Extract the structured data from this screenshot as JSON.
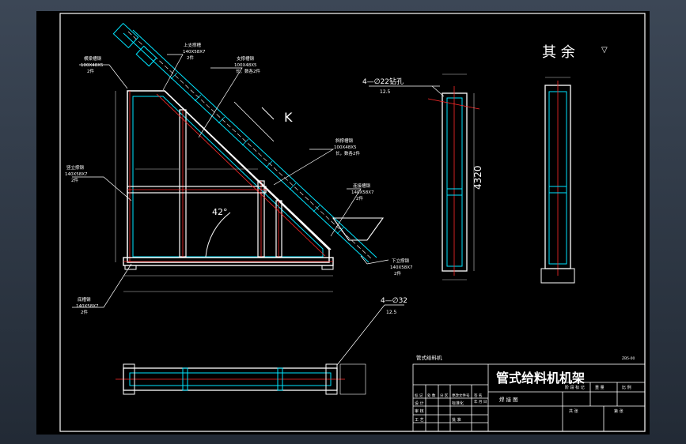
{
  "drawing": {
    "title_block": {
      "title": "管式给料机机架",
      "drawing_no": "管式给料机",
      "small_code": "ZB5-00",
      "cells": [
        "标 记",
        "处 数",
        "分 区",
        "更改文件号",
        "签 名",
        "年 月 日"
      ],
      "sub_label": "焊 接 图",
      "row_labels": [
        "设 计",
        "审 核",
        "工 艺"
      ],
      "row_labels2": [
        "标准化",
        "批 准"
      ],
      "stage_labels": [
        "阶 段 标 记",
        "重 量",
        "比 例"
      ],
      "sheet_labels": [
        "共 张",
        "第 张"
      ]
    },
    "notes": {
      "roughness": "其 余",
      "roughness_symbol": "▽",
      "section_mark": "K",
      "angle": "42°",
      "hole_top": "4—∅22钻孔",
      "hole_top_sub": "12.5",
      "hole_bottom": "4—∅32",
      "hole_bottom_sub": "12.5",
      "height_dim": "4320"
    },
    "callouts": [
      {
        "name": "横梁槽钢",
        "spec": "100X48X5",
        "qty": "2件"
      },
      {
        "name": "上支撑槽",
        "spec": "140X58X7",
        "qty": "2件"
      },
      {
        "name": "支撑槽钢",
        "spec": "100X48X5",
        "qty": "长，数各2件"
      },
      {
        "name": "竖立撑钢",
        "spec": "140X58X7",
        "qty": "2件"
      },
      {
        "name": "斜撑槽钢",
        "spec": "100X48X5",
        "qty": "长，数各2件"
      },
      {
        "name": "连接槽钢",
        "spec": "140X58X7",
        "qty": "2件"
      },
      {
        "name": "下立撑钢",
        "spec": "140X58X7",
        "qty": "2件"
      },
      {
        "name": "底槽钢",
        "spec": "140X58X7",
        "qty": "2件"
      }
    ],
    "colors": {
      "background": "#000000",
      "frame": "#ffffff",
      "structure": "#ffffff",
      "inner_line": "#00e5ff",
      "centerline": "#ff2a2a",
      "dimension": "#c8c8c8"
    }
  }
}
